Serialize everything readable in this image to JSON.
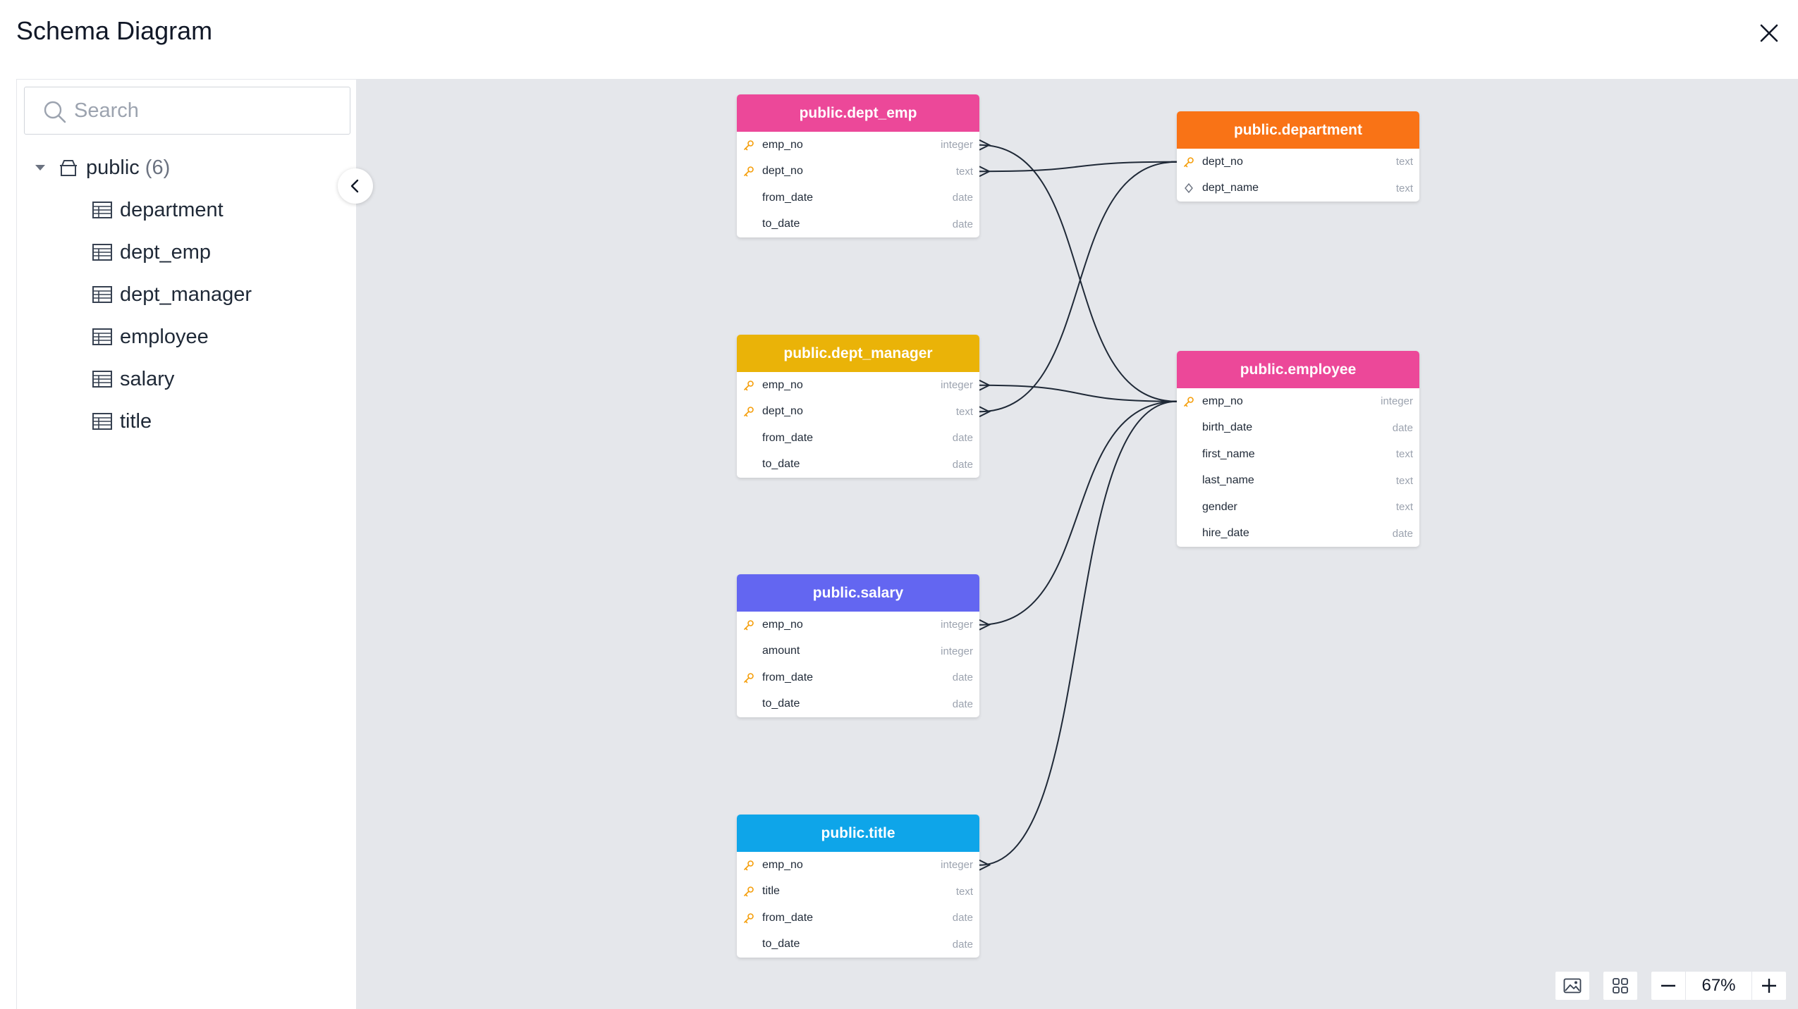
{
  "window": {
    "title": "Schema Diagram"
  },
  "sidebar": {
    "search_placeholder": "Search",
    "schema": {
      "name": "public",
      "count": "(6)"
    },
    "tables": [
      "department",
      "dept_emp",
      "dept_manager",
      "employee",
      "salary",
      "title"
    ]
  },
  "diagram": {
    "tables": [
      {
        "key": "dept_emp",
        "name": "public.dept_emp",
        "color": "#ec4899",
        "columns": [
          {
            "name": "emp_no",
            "type": "integer",
            "key": true
          },
          {
            "name": "dept_no",
            "type": "text",
            "key": true
          },
          {
            "name": "from_date",
            "type": "date",
            "key": false
          },
          {
            "name": "to_date",
            "type": "date",
            "key": false
          }
        ]
      },
      {
        "key": "dept_manager",
        "name": "public.dept_manager",
        "color": "#eab308",
        "columns": [
          {
            "name": "emp_no",
            "type": "integer",
            "key": true
          },
          {
            "name": "dept_no",
            "type": "text",
            "key": true
          },
          {
            "name": "from_date",
            "type": "date",
            "key": false
          },
          {
            "name": "to_date",
            "type": "date",
            "key": false
          }
        ]
      },
      {
        "key": "salary",
        "name": "public.salary",
        "color": "#6366f1",
        "columns": [
          {
            "name": "emp_no",
            "type": "integer",
            "key": true
          },
          {
            "name": "amount",
            "type": "integer",
            "key": false
          },
          {
            "name": "from_date",
            "type": "date",
            "key": true
          },
          {
            "name": "to_date",
            "type": "date",
            "key": false
          }
        ]
      },
      {
        "key": "title",
        "name": "public.title",
        "color": "#0ea5e9",
        "columns": [
          {
            "name": "emp_no",
            "type": "integer",
            "key": true
          },
          {
            "name": "title",
            "type": "text",
            "key": true
          },
          {
            "name": "from_date",
            "type": "date",
            "key": true
          },
          {
            "name": "to_date",
            "type": "date",
            "key": false
          }
        ]
      },
      {
        "key": "department",
        "name": "public.department",
        "color": "#f97316",
        "columns": [
          {
            "name": "dept_no",
            "type": "text",
            "key": true
          },
          {
            "name": "dept_name",
            "type": "text",
            "key": false,
            "unique": true
          }
        ]
      },
      {
        "key": "employee",
        "name": "public.employee",
        "color": "#ec4899",
        "columns": [
          {
            "name": "emp_no",
            "type": "integer",
            "key": true
          },
          {
            "name": "birth_date",
            "type": "date",
            "key": false
          },
          {
            "name": "first_name",
            "type": "text",
            "key": false
          },
          {
            "name": "last_name",
            "type": "text",
            "key": false
          },
          {
            "name": "gender",
            "type": "text",
            "key": false
          },
          {
            "name": "hire_date",
            "type": "date",
            "key": false
          }
        ]
      }
    ],
    "relations": [
      {
        "from": "dept_emp.emp_no",
        "to": "employee.emp_no"
      },
      {
        "from": "dept_emp.dept_no",
        "to": "department.dept_no"
      },
      {
        "from": "dept_manager.emp_no",
        "to": "employee.emp_no"
      },
      {
        "from": "dept_manager.dept_no",
        "to": "department.dept_no"
      },
      {
        "from": "salary.emp_no",
        "to": "employee.emp_no"
      },
      {
        "from": "title.emp_no",
        "to": "employee.emp_no"
      }
    ]
  },
  "toolbar": {
    "export_icon": "image-icon",
    "layout_icon": "grid-icon",
    "zoom_out_icon": "minus-icon",
    "zoom_in_icon": "plus-icon",
    "zoom_level": "67%"
  },
  "colors": {
    "canvas": "#e5e7eb",
    "key_icon": "#f59e0b",
    "edge": "#1f2937"
  }
}
